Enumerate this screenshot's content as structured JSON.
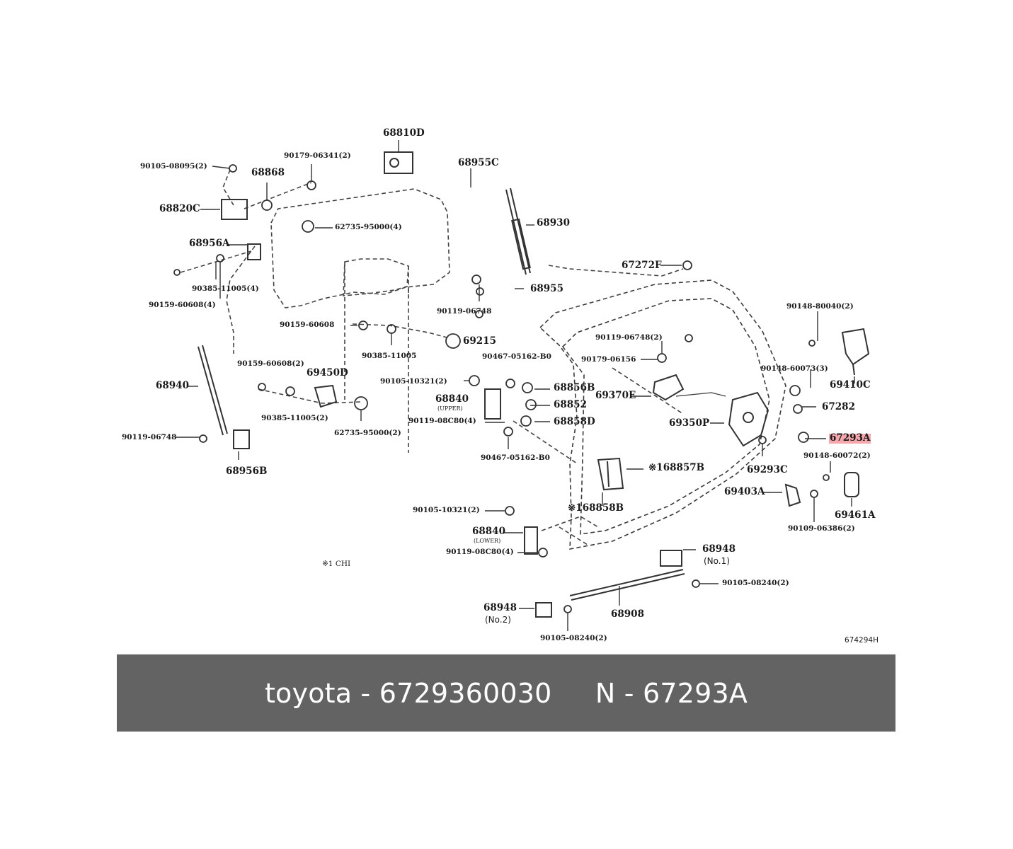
{
  "diagram": {
    "parts": {
      "p68810D": "68810D",
      "p90179_06341": "90179-06341(2)",
      "p90105_08095": "90105-08095(2)",
      "p68868": "68868",
      "p68955C": "68955C",
      "p68820C": "68820C",
      "p62735_95000_top": "62735-95000(4)",
      "p68930": "68930",
      "p68956A": "68956A",
      "p90385_11005_4": "90385-11005(4)",
      "p90159_60608_4": "90159-60608(4)",
      "p67272F": "67272F",
      "p68955": "68955",
      "p90119_06748_a": "90119-06748",
      "p90148_80040": "90148-80040(2)",
      "p90159_60608": "90159-60608",
      "p90119_06748_2": "90119-06748(2)",
      "p69215": "69215",
      "p90385_11005": "90385-11005",
      "p90467_05162_a": "90467-05162-B0",
      "p90179_06156": "90179-06156",
      "p90148_60073": "90148-60073(3)",
      "p90159_60608_2": "90159-60608(2)",
      "p69450D": "69450D",
      "p69410C": "69410C",
      "p68940": "68940",
      "p90105_10321_a": "90105-10321(2)",
      "p68856B": "68856B",
      "p69370E": "69370E",
      "p68840_upper": "68840",
      "upper": "(UPPER)",
      "p68852": "68852",
      "p67282": "67282",
      "p90385_11005_2": "90385-11005(2)",
      "p90119_08C80_a": "90119-08C80(4)",
      "p68858D": "68858D",
      "p69350P": "69350P",
      "p67293A": "67293A",
      "p90119_06748_b": "90119-06748",
      "p62735_95000_2": "62735-95000(2)",
      "p90148_60072": "90148-60072(2)",
      "p90467_05162_b": "90467-05162-B0",
      "p68857B": "※168857B",
      "p69293C": "69293C",
      "p68956B": "68956B",
      "p69403A": "69403A",
      "p90105_10321_b": "90105-10321(2)",
      "p68858B": "※168858B",
      "p69461A": "69461A",
      "p90109_06386": "90109-06386(2)",
      "p68840_lower": "68840",
      "lower": "(LOWER)",
      "p90119_08C80_b": "90119-08C80(4)",
      "p68948_no1": "68948",
      "no1": "(No.1)",
      "p90105_08240_a": "90105-08240(2)",
      "note_chi": "※1  CHI",
      "p68908": "68908",
      "p68948_no2": "68948",
      "no2": "(No.2)",
      "p90105_08240_b": "90105-08240(2)",
      "diagram_id": "674294H"
    },
    "highlight_color": "#f4a7ad"
  },
  "caption": {
    "text": "toyota - 6729360030     N - 67293A",
    "background": "#636363"
  }
}
